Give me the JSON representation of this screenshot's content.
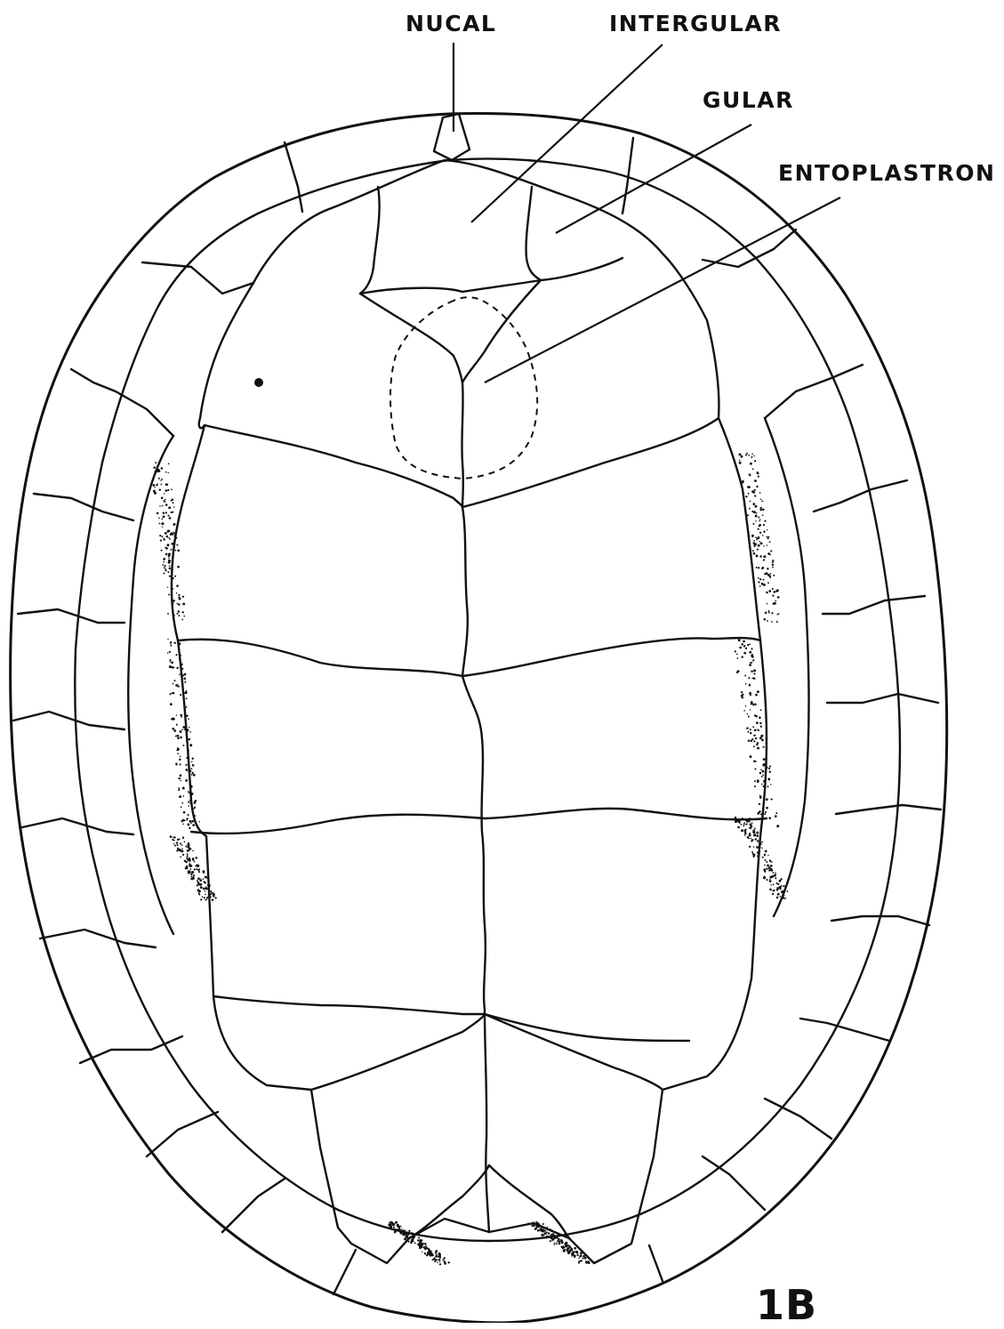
{
  "labels": {
    "nucal": "NUCAL",
    "intergular": "INTERGULAR",
    "gular": "GULAR",
    "entoplastron": "ENTOPLASTRON"
  },
  "figure_number": "1B",
  "colors": {
    "ink": "#111111",
    "paper": "#ffffff"
  }
}
